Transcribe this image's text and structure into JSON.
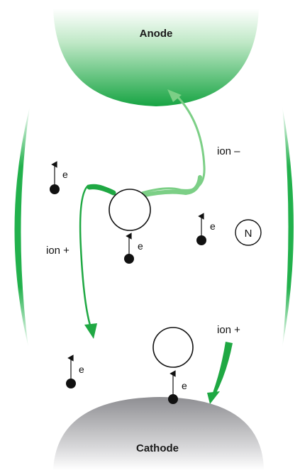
{
  "anode": {
    "label": "Anode",
    "color": "#1faa4a"
  },
  "cathode": {
    "label": "Cathode",
    "color": "#9a9a9e"
  },
  "labels": {
    "ion_minus": "ion –",
    "ion_plus_left": "ion +",
    "ion_plus_right": "ion +",
    "neutral": "N",
    "electron": "e"
  },
  "colors": {
    "ion_minus_arrow": "#7ccf86",
    "ion_plus_arrow": "#1fa843",
    "field_line": "#22b14c"
  },
  "icons": [
    "electron-dot-icon",
    "spin-arrow-icon",
    "neutral-atom-icon",
    "ion-circle-icon"
  ]
}
